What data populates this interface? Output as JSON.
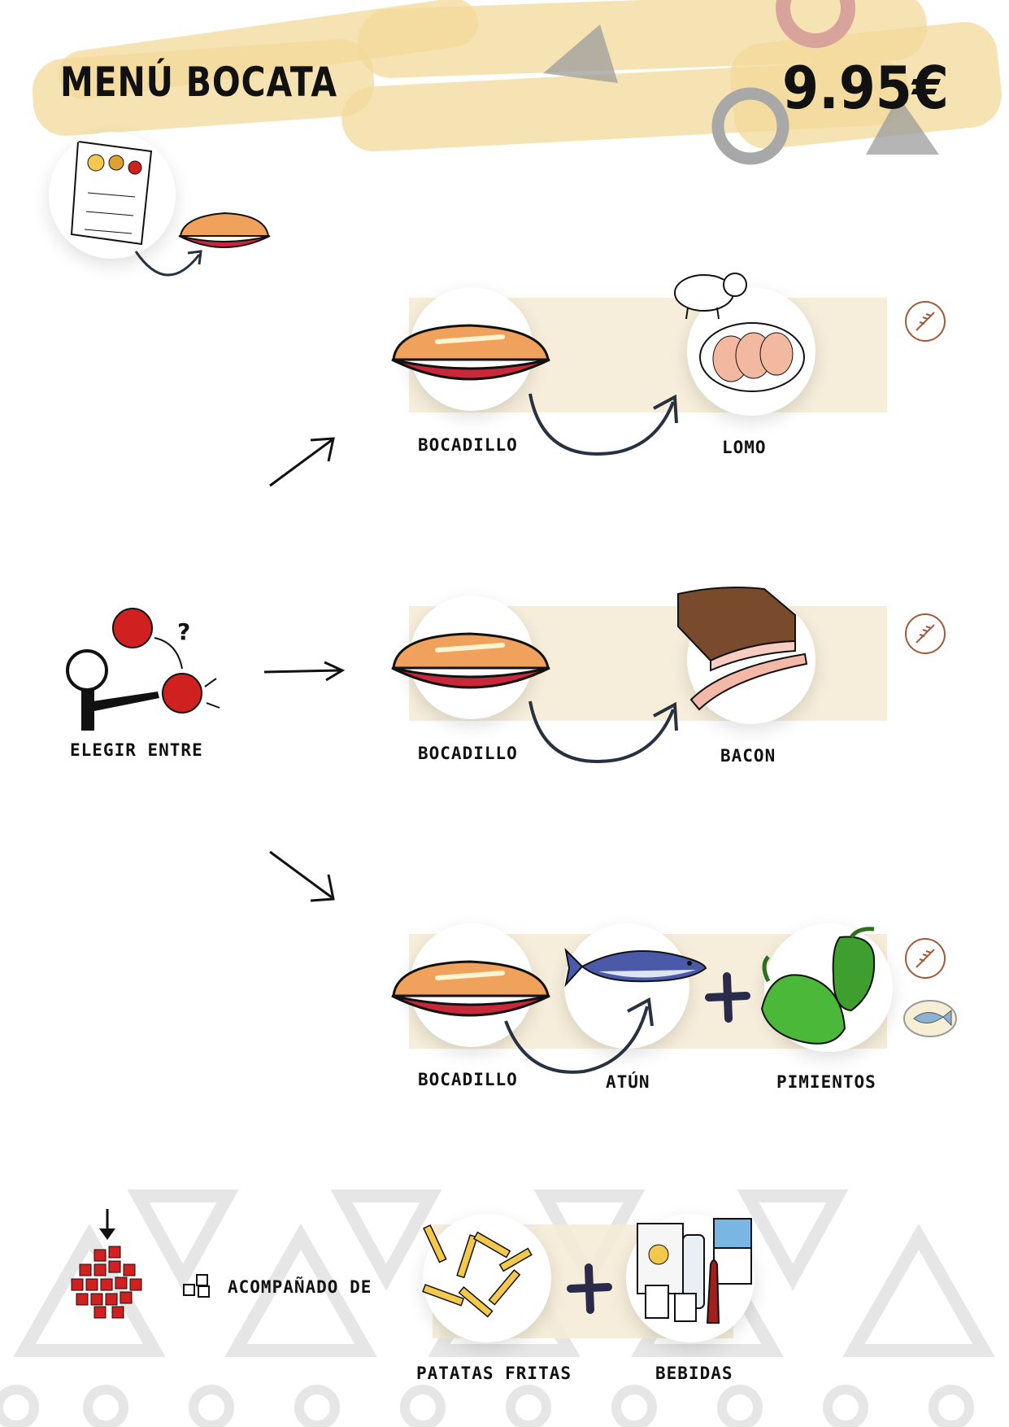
{
  "header": {
    "title": "MENÚ BOCATA",
    "price": "9.95€"
  },
  "choose": {
    "label": "ELEGIR ENTRE"
  },
  "options": [
    {
      "bread": "BOCADILLO",
      "filling": "LOMO"
    },
    {
      "bread": "BOCADILLO",
      "filling": "BACON"
    },
    {
      "bread": "BOCADILLO",
      "filling": "ATÚN",
      "extra": "PIMIENTOS"
    }
  ],
  "side": {
    "label": "ACOMPAÑADO DE",
    "item1": "PATATAS FRITAS",
    "item2": "BEBIDAS"
  },
  "colors": {
    "brush": "#f3d99a",
    "band": "#f5ead4",
    "sausage": "#c8283a",
    "bread": "#f0a15c",
    "arrow": "#26323f"
  }
}
